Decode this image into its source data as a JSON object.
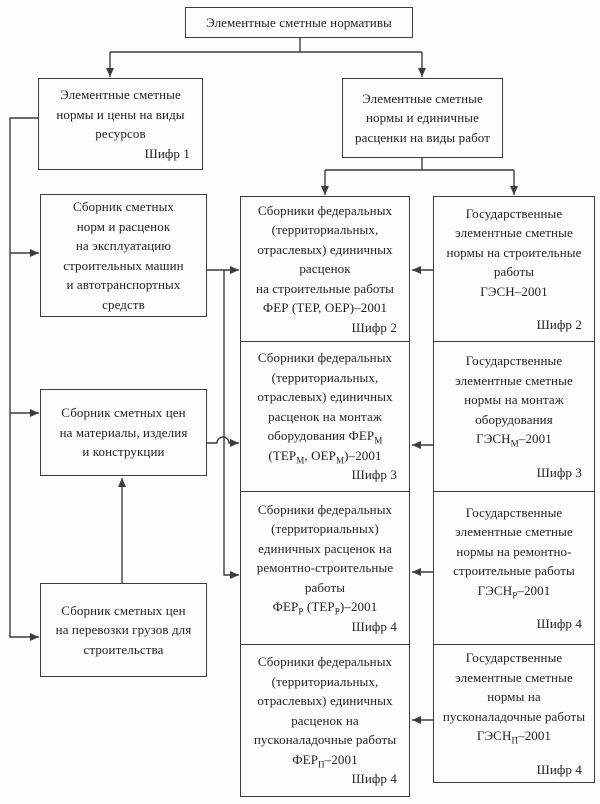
{
  "colors": {
    "line": "#3d3d3d",
    "background": "#fdfdfc",
    "text": "#1f1f1f"
  },
  "diagram": {
    "top": {
      "label": "Элементные сметные нормативы"
    },
    "left_branch": {
      "lines": [
        "Элементные сметные",
        "нормы и цены на виды",
        "ресурсов"
      ],
      "code": "Шифр 1"
    },
    "right_branch": {
      "lines": [
        "Элементные сметные",
        "нормы и единичные",
        "расценки на виды работ"
      ]
    },
    "machines": {
      "lines": [
        "Сборник сметных",
        "норм и расценок",
        "на эксплуатацию",
        "строительных машин",
        "и автотранспортных",
        "средств"
      ]
    },
    "materials": {
      "lines": [
        "Сборник сметных цен",
        "на материалы, изделия",
        "и конструкции"
      ]
    },
    "transport": {
      "lines": [
        "Сборник сметных цен",
        "на перевозки грузов для",
        "строительства"
      ]
    },
    "fer_stroit": {
      "lines": [
        "Сборники федеральных",
        "(территориальных,",
        "отраслевых) единичных",
        "расценок",
        "на строительные работы",
        "ФЕР (ТЕР, ОЕР)–2001"
      ],
      "code": "Шифр 2"
    },
    "fer_montazh": {
      "lines": [
        "Сборники федеральных",
        "(территориальных,",
        "отраслевых) единичных",
        "расценок на монтаж",
        "оборудования ФЕР{М}",
        "(ТЕР{М}, ОЕР{М})–2001"
      ],
      "code": "Шифр 3"
    },
    "fer_remont": {
      "lines": [
        "Сборники федеральных",
        "(территориальных)",
        "единичных расценок на",
        "ремонтно-строительные",
        "работы",
        "ФЕР{Р} (ТЕР{Р})–2001"
      ],
      "code": "Шифр 4"
    },
    "fer_pusko": {
      "lines": [
        "Сборники федеральных",
        "(территориальных,",
        "отраслевых) единичных",
        "расценок на",
        "пусконаладочные работы",
        "ФЕР{П}–2001"
      ],
      "code": "Шифр 4"
    },
    "gesn_stroit": {
      "lines": [
        "Государственные",
        "элементные сметные",
        "нормы на строительные",
        "работы",
        "ГЭСН–2001"
      ],
      "code": "Шифр 2"
    },
    "gesn_montazh": {
      "lines": [
        "Государственные",
        "элементные сметные",
        "нормы на монтаж",
        "оборудования",
        "ГЭСН{М}–2001"
      ],
      "code": "Шифр 3"
    },
    "gesn_remont": {
      "lines": [
        "Государственные",
        "элементные сметные",
        "нормы на ремонтно-",
        "строительные работы",
        "ГЭСН{Р}–2001"
      ],
      "code": "Шифр 4"
    },
    "gesn_pusko": {
      "lines": [
        "Государственные",
        "элементные сметные",
        "нормы на",
        "пусконаладочные работы",
        "ГЭСН{П}–2001"
      ],
      "code": "Шифр 4"
    }
  }
}
